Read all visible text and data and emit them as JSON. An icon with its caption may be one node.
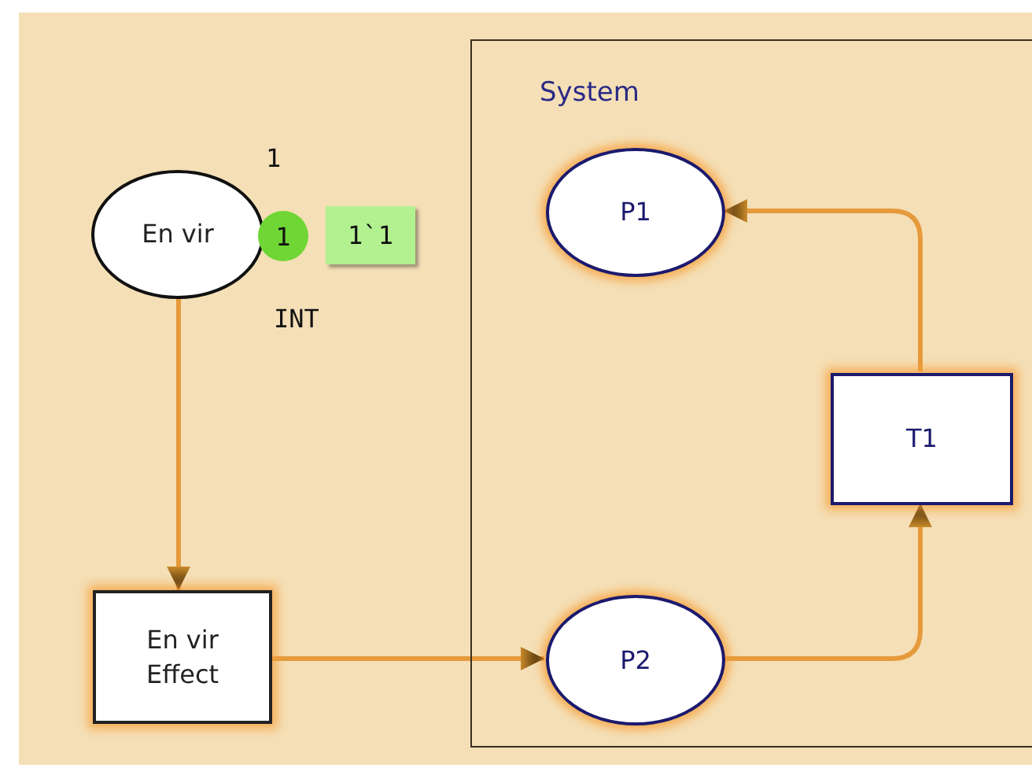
{
  "diagram": {
    "nodes": [
      {
        "text": [
          "En vir"
        ],
        "beside": [
          "1",
          "INT"
        ]
      },
      {
        "text": [
          "1"
        ]
      },
      {
        "text": [
          "1`1"
        ]
      },
      {
        "text": [
          "System"
        ]
      },
      {
        "text": [
          "P1"
        ],
        "in": 3
      },
      {
        "text": [
          "T1"
        ],
        "in": 3
      },
      {
        "text": [
          "En vir Effect"
        ]
      },
      {
        "text": [
          "P2"
        ],
        "in": 3
      }
    ],
    "edges": [
      {
        "from": 0,
        "to": 6,
        "arrow": "to"
      },
      {
        "from": 6,
        "to": 7,
        "arrow": "to"
      },
      {
        "from": 7,
        "to": 5,
        "arrow": "to"
      },
      {
        "from": 5,
        "to": 4,
        "arrow": "to"
      }
    ]
  }
}
